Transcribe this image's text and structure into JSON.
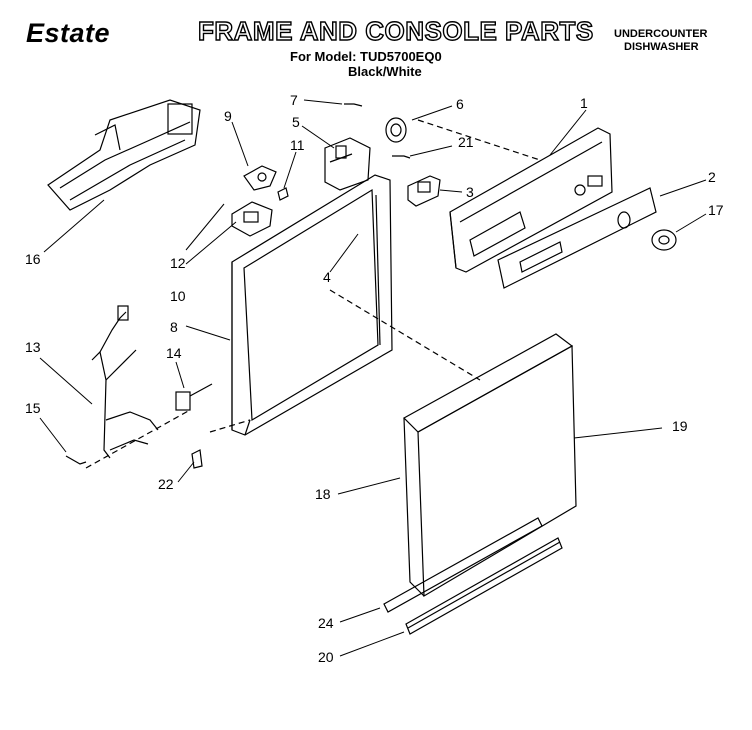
{
  "header": {
    "brand": "Estate",
    "title": "FRAME AND CONSOLE PARTS",
    "model_line": "For Model: TUD5700EQ0",
    "color": "Black/White",
    "product_line1": "UNDERCOUNTER",
    "product_line2": "DISHWASHER"
  },
  "callouts": [
    "1",
    "2",
    "3",
    "4",
    "5",
    "6",
    "7",
    "8",
    "9",
    "10",
    "11",
    "12",
    "13",
    "14",
    "15",
    "16",
    "17",
    "18",
    "19",
    "20",
    "21",
    "22",
    "24"
  ]
}
